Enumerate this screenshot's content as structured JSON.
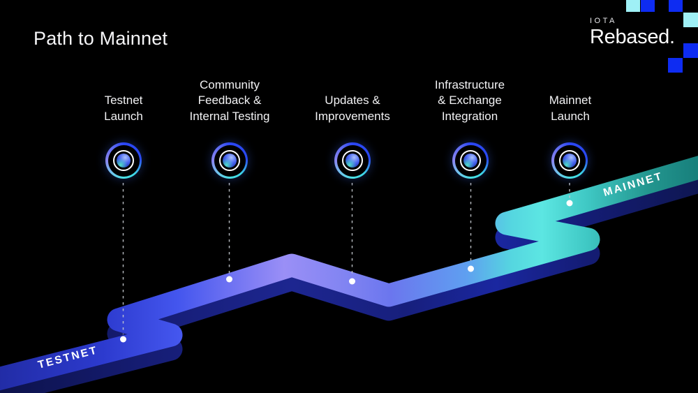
{
  "title": "Path to Mainnet",
  "logo": {
    "brand": "IOTA",
    "product": "Rebased."
  },
  "milestones": [
    {
      "id": "testnet-launch",
      "lines": [
        "Testnet",
        "Launch"
      ]
    },
    {
      "id": "community-feedback",
      "lines": [
        "Community",
        "Feedback &",
        "Internal Testing"
      ]
    },
    {
      "id": "updates-improvements",
      "lines": [
        "Updates &",
        "Improvements"
      ]
    },
    {
      "id": "infrastructure-exchange",
      "lines": [
        "Infrastructure",
        "& Exchange",
        "Integration"
      ]
    },
    {
      "id": "mainnet-launch",
      "lines": [
        "Mainnet",
        "Launch"
      ]
    }
  ],
  "ribbon": {
    "start_label": "TESTNET",
    "end_label": "MAINNET"
  },
  "colors": {
    "background": "#000000",
    "text_primary": "#f5f5f7",
    "ribbon_deep_blue": "#1d2693",
    "ribbon_royal_blue": "#4456ee",
    "ribbon_purple": "#9a8ff6",
    "ribbon_light_blue": "#5f9ff0",
    "ribbon_cyan": "#5ce6e2",
    "ribbon_teal": "#157a77",
    "ribbon_side_navy": "#161d77",
    "node_ring_blue": "#2b46f5",
    "node_ring_cyan": "#49e0e2",
    "node_ring_purple": "#8a85f0",
    "connector_gray": "#c3c7ce",
    "pixel_cyan": "#9ff0f6",
    "pixel_blue": "#0e2cf2"
  }
}
